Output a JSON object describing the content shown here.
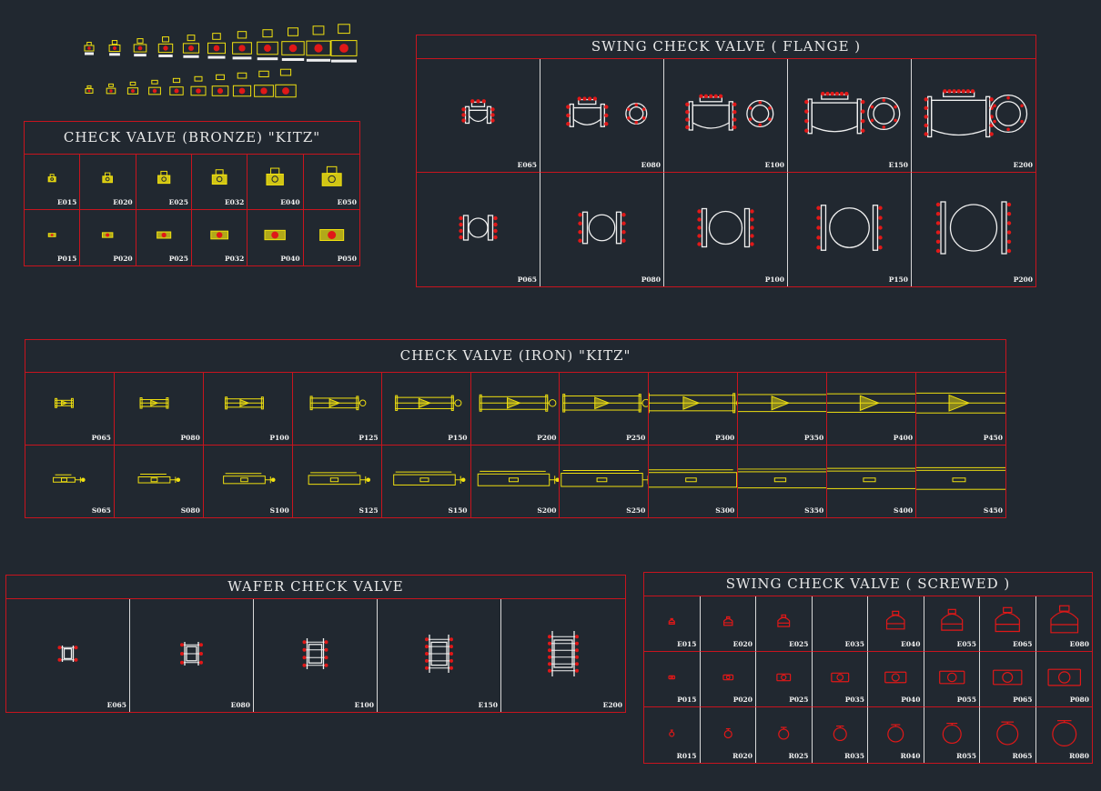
{
  "colors": {
    "background": "#212830",
    "frame": "#c8141e",
    "yellow": "#f0e010",
    "red": "#e01818",
    "white": "#f0f0f0"
  },
  "bronze": {
    "title": "CHECK VALVE (BRONZE) \"KITZ\"",
    "rows": [
      {
        "style": "bronze-elev",
        "codes": [
          "E015",
          "E020",
          "E025",
          "E032",
          "E040",
          "E050"
        ]
      },
      {
        "style": "bronze-plan",
        "codes": [
          "P015",
          "P020",
          "P025",
          "P032",
          "P040",
          "P050"
        ]
      }
    ]
  },
  "swing_flange": {
    "title": "SWING CHECK VALVE ( FLANGE )",
    "rows": [
      {
        "style": "flange-elev",
        "codes": [
          "E065",
          "E080",
          "E100",
          "E150",
          "E200"
        ]
      },
      {
        "style": "flange-plan",
        "codes": [
          "P065",
          "P080",
          "P100",
          "P150",
          "P200"
        ]
      }
    ]
  },
  "iron": {
    "title": "CHECK VALVE (IRON) \"KITZ\"",
    "rows": [
      {
        "style": "iron-plan",
        "codes": [
          "P065",
          "P080",
          "P100",
          "P125",
          "P150",
          "P200",
          "P250",
          "P300",
          "P350",
          "P400",
          "P450"
        ]
      },
      {
        "style": "iron-side",
        "codes": [
          "S065",
          "S080",
          "S100",
          "S125",
          "S150",
          "S200",
          "S250",
          "S300",
          "S350",
          "S400",
          "S450"
        ]
      }
    ]
  },
  "wafer": {
    "title": "WAFER CHECK VALVE",
    "rows": [
      {
        "style": "wafer",
        "codes": [
          "E065",
          "E080",
          "E100",
          "E150",
          "E200"
        ]
      }
    ]
  },
  "screwed": {
    "title": "SWING CHECK VALVE ( SCREWED )",
    "rows": [
      {
        "style": "screw-elev",
        "codes": [
          "E015",
          "E020",
          "E025",
          "E035",
          "E040",
          "E055",
          "E065",
          "E080"
        ]
      },
      {
        "style": "screw-plan",
        "codes": [
          "P015",
          "P020",
          "P025",
          "P035",
          "P040",
          "P055",
          "P065",
          "P080"
        ]
      },
      {
        "style": "screw-end",
        "codes": [
          "R015",
          "R020",
          "R025",
          "R035",
          "R040",
          "R055",
          "R065",
          "R080"
        ]
      }
    ]
  }
}
